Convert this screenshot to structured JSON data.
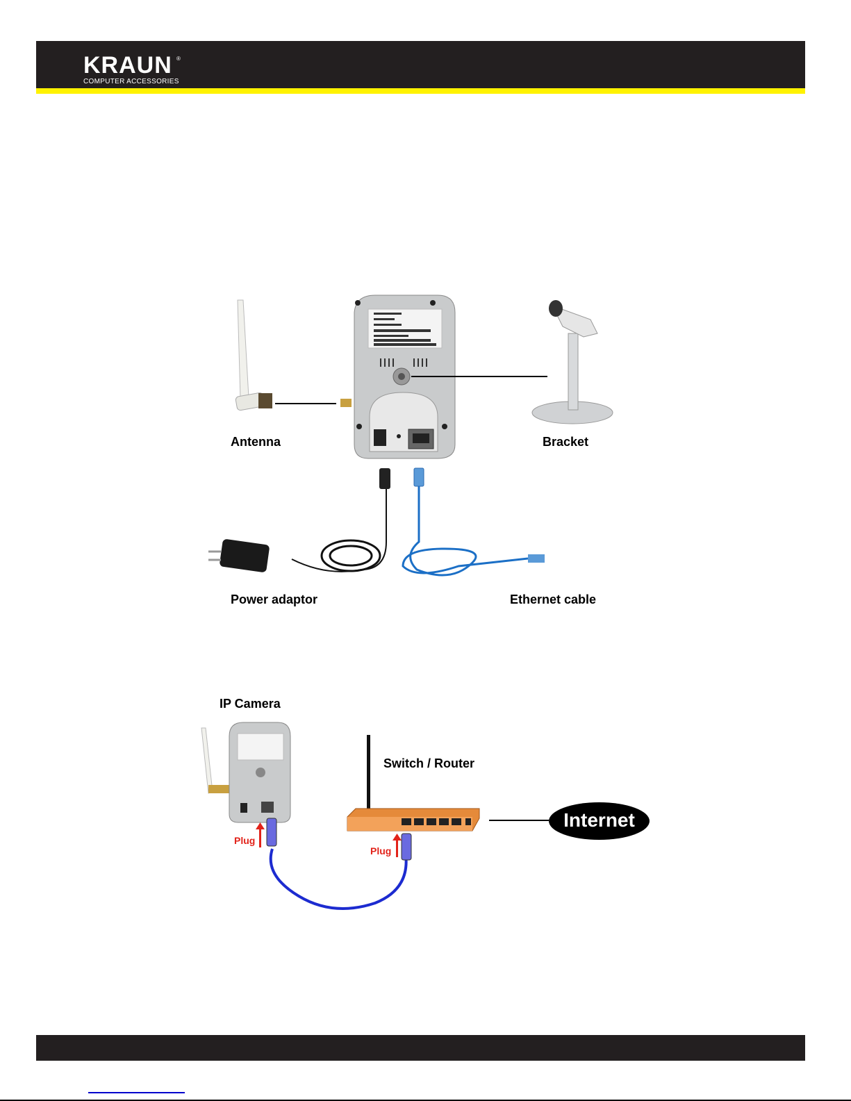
{
  "header": {
    "brand": "KRAUN",
    "registered": "®",
    "tagline": "COMPUTER ACCESSORIES"
  },
  "package_contents": {
    "antenna": "Antenna",
    "bracket": "Bracket",
    "power_adaptor": "Power adaptor",
    "ethernet_cable": "Ethernet cable"
  },
  "connection_diagram": {
    "ip_camera": "IP Camera",
    "switch_router": "Switch / Router",
    "internet": "Internet",
    "plug_camera": "Plug",
    "plug_router": "Plug"
  }
}
